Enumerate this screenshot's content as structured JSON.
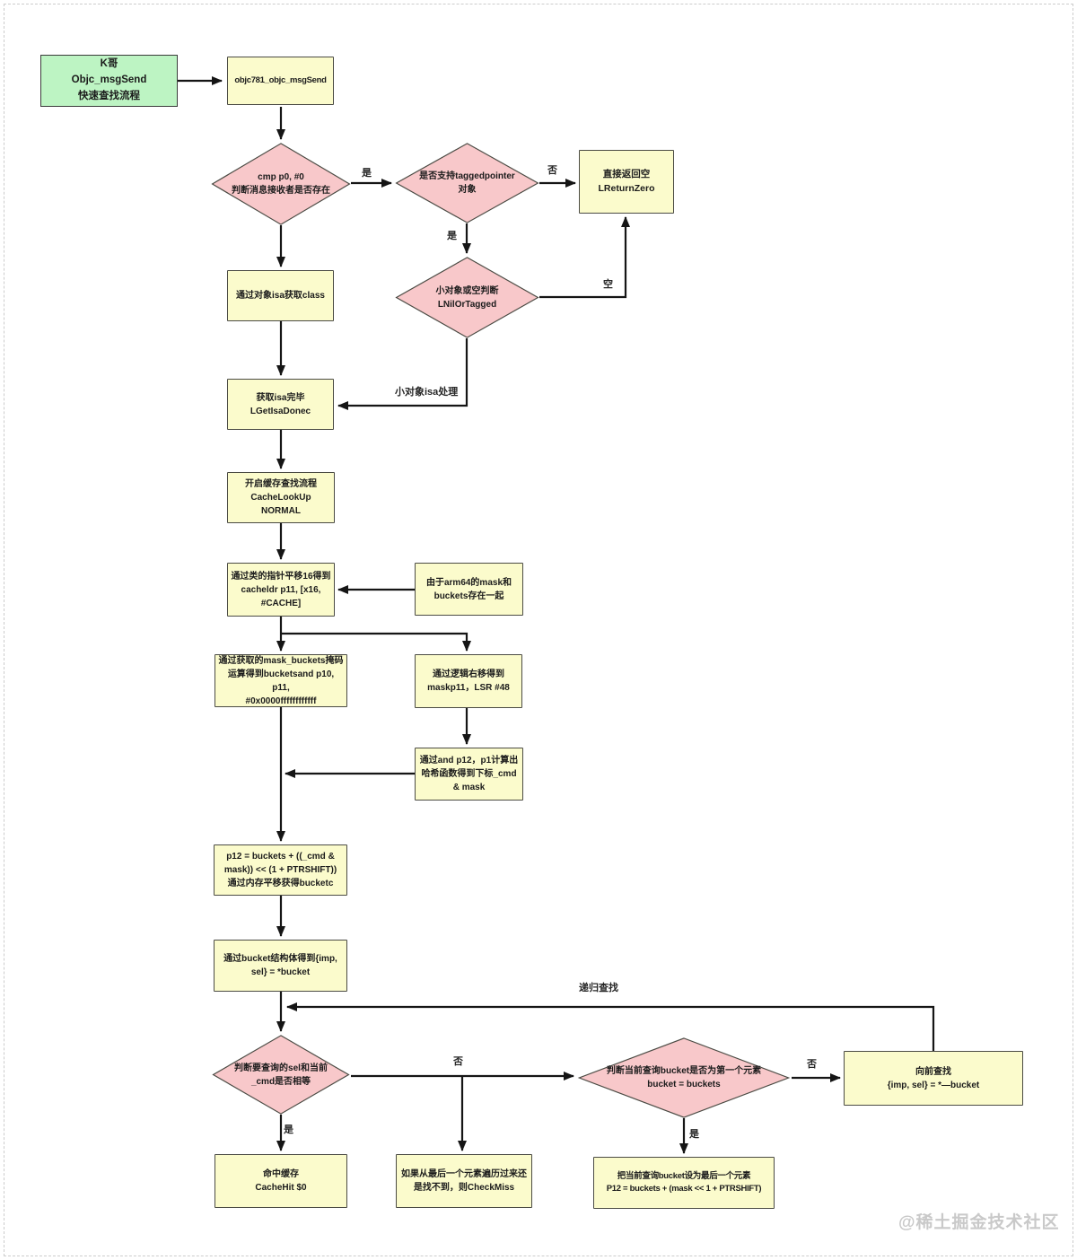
{
  "nodes": {
    "start": {
      "text": "K哥\nObjc_msgSend\n快速查找流程"
    },
    "entry": {
      "text": "objc781_objc_msgSend"
    },
    "d_receiver": {
      "text": "cmp p0, #0\n判断消息接收者是否存在"
    },
    "d_tagged": {
      "text": "是否支持taggedpointer\n对象"
    },
    "return_zero": {
      "text": "直接返回空\nLReturnZero"
    },
    "d_nil_tagged": {
      "text": "小对象或空判断\nLNilOrTagged"
    },
    "get_class": {
      "text": "通过对象isa获取class"
    },
    "isa_done": {
      "text": "获取isa完毕\nLGetIsaDonec"
    },
    "cache_lookup": {
      "text": "开启缓存查找流程\nCacheLookUp NORMAL"
    },
    "cache_ldr": {
      "text": "通过类的指针平移16得到\ncacheldr p11, [x16,\n#CACHE]"
    },
    "arm64_note": {
      "text": "由于arm64的mask和\nbuckets存在一起"
    },
    "mask_buckets": {
      "text": "通过获取的mask_buckets掩码\n运算得到bucketsand p10, p11,\n#0x0000ffffffffffff"
    },
    "lsr": {
      "text": "通过逻辑右移得到\nmaskp11，LSR #48"
    },
    "hash": {
      "text": "通过and p12，p1计算出\n哈希函数得到下标_cmd\n& mask"
    },
    "p12": {
      "text": "p12 = buckets + ((_cmd &\nmask)) << (1 + PTRSHIFT))\n通过内存平移获得bucketc"
    },
    "bucket_struct": {
      "text": "通过bucket结构体得到{imp,\nsel} = *bucket"
    },
    "d_sel_equal": {
      "text": "判断要查询的sel和当前\n_cmd是否相等"
    },
    "d_first_element": {
      "text": "判断当前查询bucket是否为第一个元素\nbucket = buckets"
    },
    "forward_lookup": {
      "text": "向前查找\n{imp, sel} = *—bucket"
    },
    "cache_hit": {
      "text": "命中缓存\nCacheHit $0"
    },
    "check_miss": {
      "text": "如果从最后一个元素遍历过来还\n是找不到，则CheckMiss"
    },
    "set_last": {
      "text": "把当前查询bucket设为最后一个元素\nP12 = buckets + (mask << 1 + PTRSHIFT)"
    }
  },
  "labels": {
    "receiver_yes": "是",
    "tagged_no": "否",
    "tagged_yes": "是",
    "nil_empty": "空",
    "small_isa": "小对象isa处理",
    "recursive": "递归查找",
    "sel_no": "否",
    "sel_yes": "是",
    "first_no": "否",
    "first_yes": "是"
  },
  "watermark": "@稀土掘金技术社区",
  "colors": {
    "start_fill": "#bdf4c3",
    "process_fill": "#fbfbcc",
    "decision_fill": "#f8c8ca",
    "node_border": "#4b4b44",
    "arrow_color": "#151515",
    "text_color": "#1b1b1b",
    "watermark_color": "#c9c9c9"
  }
}
